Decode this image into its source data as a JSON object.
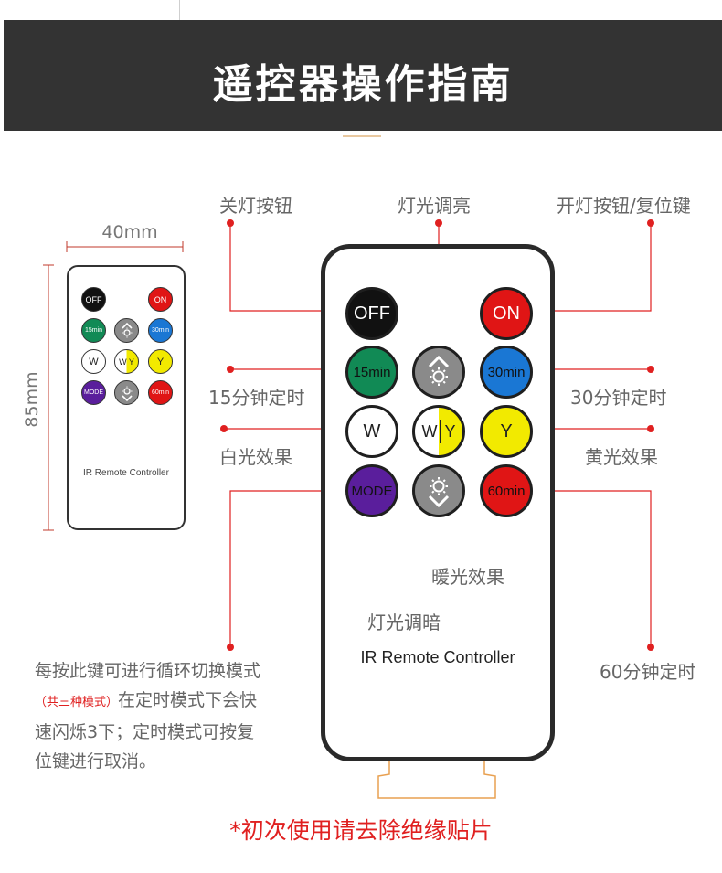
{
  "banner": {
    "title": "遥控器操作指南"
  },
  "dimensions": {
    "width": "40mm",
    "height": "85mm"
  },
  "small_remote": {
    "label": "IR Remote Controller",
    "buttons": [
      {
        "text": "OFF",
        "color": "#111111"
      },
      {
        "text": "ON",
        "color": "#e01515"
      },
      {
        "text": "15min",
        "color": "#118a55"
      },
      {
        "text": "",
        "icon": "brightness-up-icon",
        "color": "#8a8a8a"
      },
      {
        "text": "30min",
        "color": "#1a77d4"
      },
      {
        "text": "W",
        "color": "#ffffff"
      },
      {
        "text": "W Y",
        "color": "#ffffff"
      },
      {
        "text": "Y",
        "color": "#f2ea00"
      },
      {
        "text": "MODE",
        "color": "#5a1e9c"
      },
      {
        "text": "",
        "icon": "brightness-down-icon",
        "color": "#8a8a8a"
      },
      {
        "text": "60min",
        "color": "#e01515"
      }
    ]
  },
  "remote": {
    "label": "IR Remote Controller",
    "buttons": {
      "off": {
        "text": "OFF",
        "color": "#111111"
      },
      "on": {
        "text": "ON",
        "color": "#e01515"
      },
      "timer15": {
        "text": "15min",
        "color": "#118a55"
      },
      "bright_up": {
        "icon": "brightness-up-icon",
        "color": "#8a8a8a"
      },
      "timer30": {
        "text": "30min",
        "color": "#1a77d4"
      },
      "white": {
        "text": "W",
        "color": "#ffffff"
      },
      "warm": {
        "text_w": "W",
        "text_y": "Y",
        "color_left": "#ffffff",
        "color_right": "#f2ea00"
      },
      "yellow": {
        "text": "Y",
        "color": "#f2ea00"
      },
      "mode": {
        "text": "MODE",
        "color": "#5a1e9c"
      },
      "bright_down": {
        "icon": "brightness-down-icon",
        "color": "#8a8a8a"
      },
      "timer60": {
        "text": "60min",
        "color": "#e01515"
      }
    }
  },
  "callouts": {
    "off": "关灯按钮",
    "bright_up": "灯光调亮",
    "on": "开灯按钮/复位键",
    "timer15": "15分钟定时",
    "timer30": "30分钟定时",
    "white": "白光效果",
    "yellow": "黄光效果",
    "warm": "暖光效果",
    "bright_down": "灯光调暗",
    "timer60": "60分钟定时"
  },
  "mode_note": {
    "line1": "每按此键可进行循环切换模式",
    "highlight": "（共三种模式）",
    "line2_rest": "在定时模式下会快",
    "line3": "速闪烁3下；定时模式可按复",
    "line4": "位键进行取消。"
  },
  "footer": "*初次使用请去除绝缘贴片",
  "colors": {
    "banner_bg": "#333333",
    "callout_line": "#e02020",
    "note_red": "#e02020"
  }
}
